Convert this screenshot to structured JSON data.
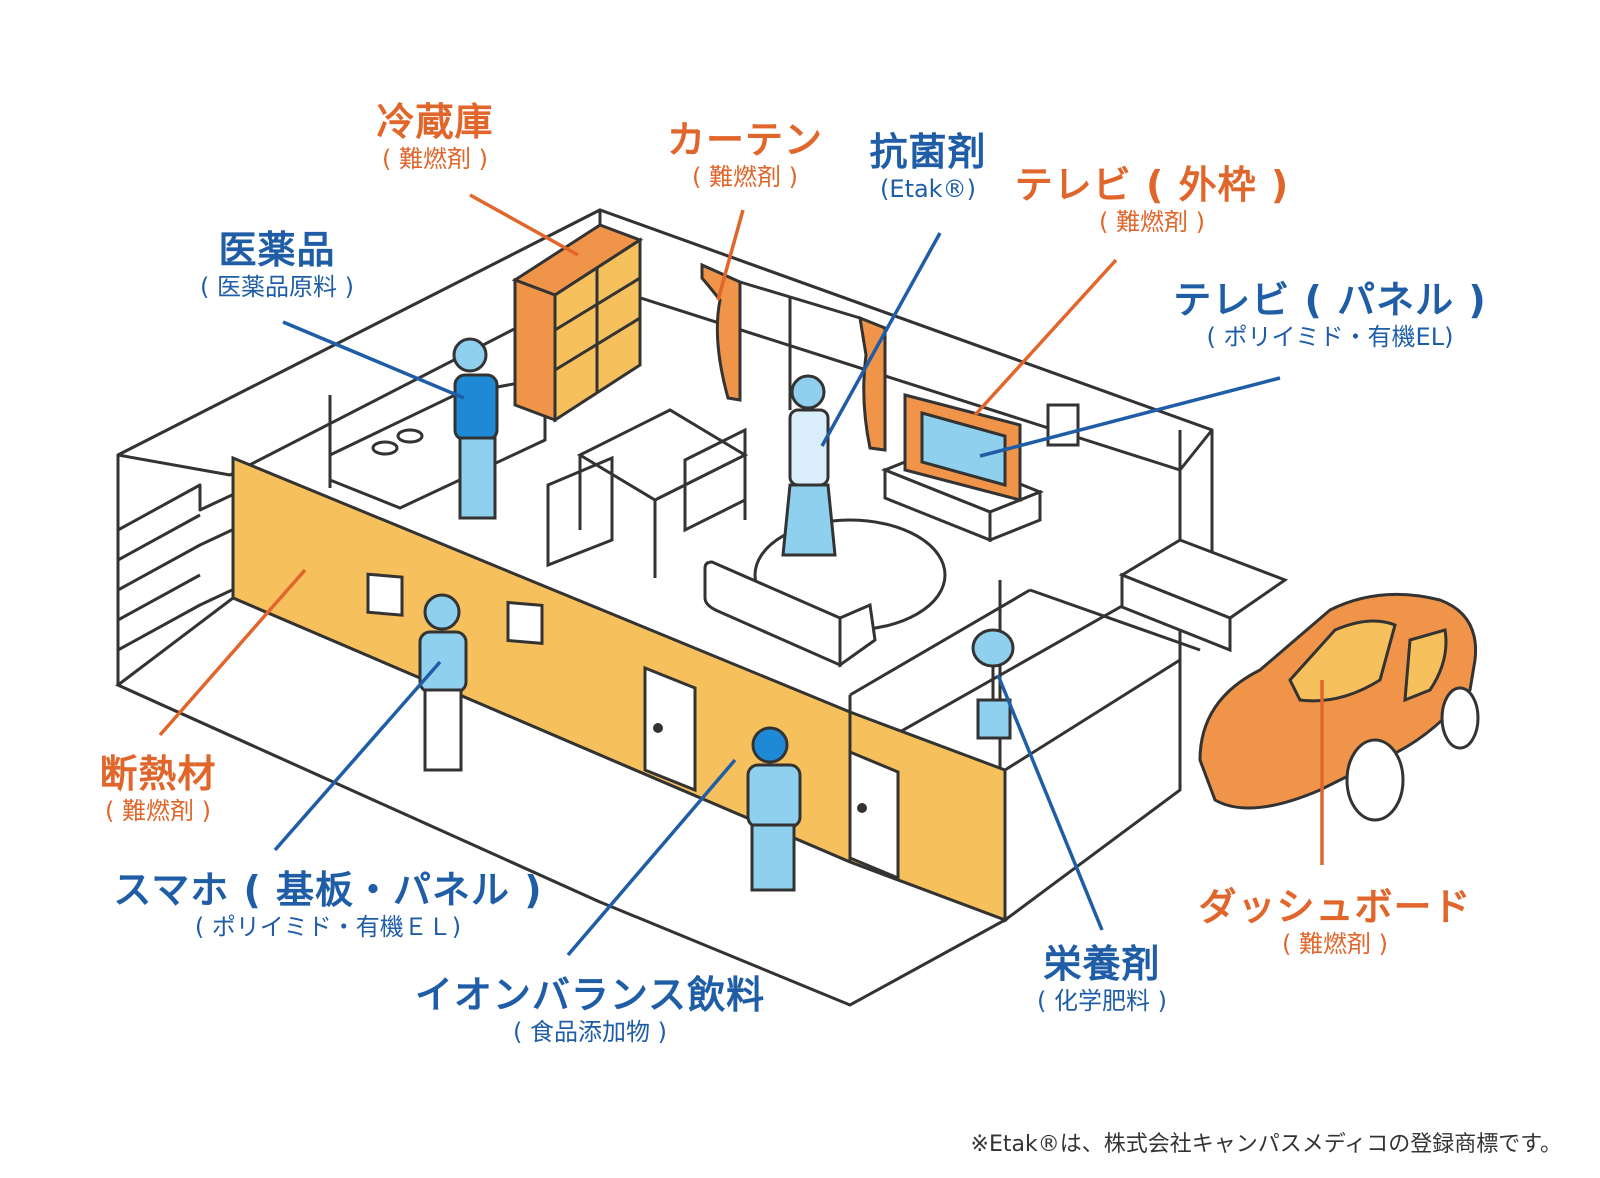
{
  "colors": {
    "orange": "#e0662b",
    "blue": "#1f5ea6",
    "wall_yellow": "#f6c05c",
    "furniture_orange": "#f0944a",
    "person_blue": "#7fbfe6",
    "outline": "#333333"
  },
  "labels": {
    "fridge": {
      "title": "冷蔵庫",
      "sub": "( 難燃剤 )"
    },
    "curtain": {
      "title": "カーテン",
      "sub": "( 難燃剤 )"
    },
    "antibacterial": {
      "title": "抗菌剤",
      "sub": "(Etak®)"
    },
    "tv_frame": {
      "title": "テレビ ( 外枠 )",
      "sub": "( 難燃剤 )"
    },
    "medicine": {
      "title": "医薬品",
      "sub": "( 医薬品原料 )"
    },
    "tv_panel": {
      "title": "テレビ ( パネル )",
      "sub": "( ポリイミド・有機EL)"
    },
    "insulation": {
      "title": "断熱材",
      "sub": "( 難燃剤 )"
    },
    "smartphone": {
      "title": "スマホ ( 基板・パネル )",
      "sub": "( ポリイミド・有機ＥＬ)"
    },
    "ion_drink": {
      "title": "イオンバランス飲料",
      "sub": "( 食品添加物 )"
    },
    "nutrient": {
      "title": "栄養剤",
      "sub": "( 化学肥料 )"
    },
    "dashboard": {
      "title": "ダッシュボード",
      "sub": "( 難燃剤 )"
    }
  },
  "footnote": "※Etak®は、株式会社キャンパスメディコの登録商標です。"
}
